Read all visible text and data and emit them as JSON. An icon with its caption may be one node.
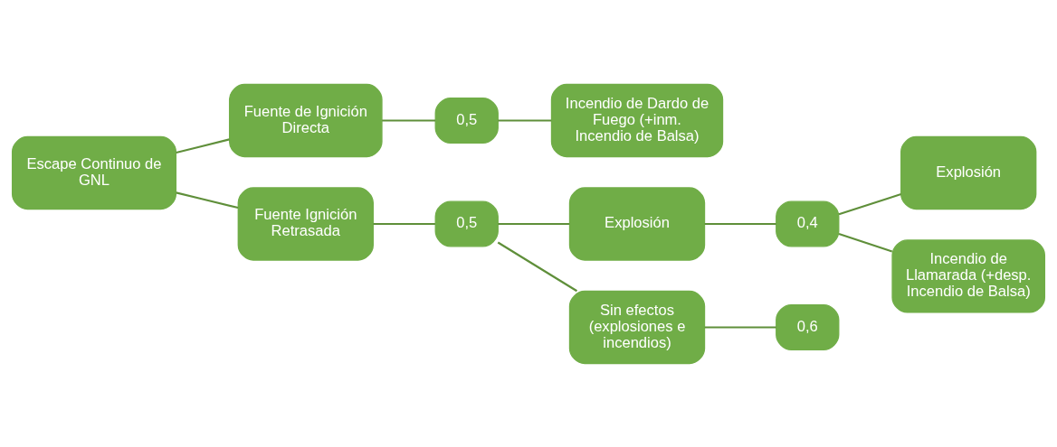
{
  "diagram": {
    "nodes": [
      {
        "text": [
          "Escape Continuo de GNL"
        ]
      },
      {
        "text": [
          "Fuente de Ignición Directa"
        ]
      },
      {
        "text": [
          "Fuente Ignición Retrasada"
        ]
      },
      {
        "text": [
          "0,5"
        ]
      },
      {
        "text": [
          "Incendio de Dardo de Fuego (+inm. Incendio de Balsa)"
        ]
      },
      {
        "text": [
          "0,5"
        ]
      },
      {
        "text": [
          "Explosión"
        ]
      },
      {
        "text": [
          "Sin efectos (explosiones e incendios)"
        ]
      },
      {
        "text": [
          "0,4"
        ]
      },
      {
        "text": [
          "0,6"
        ]
      },
      {
        "text": [
          "Explosión"
        ]
      },
      {
        "text": [
          "Incendio de Llamarada (+desp. Incendio de Balsa)"
        ]
      }
    ],
    "edges": [
      {
        "from": 0,
        "to": 1,
        "arrow": "none"
      },
      {
        "from": 0,
        "to": 2,
        "arrow": "none"
      },
      {
        "from": 1,
        "to": 3,
        "arrow": "none"
      },
      {
        "from": 3,
        "to": 4,
        "arrow": "none"
      },
      {
        "from": 2,
        "to": 5,
        "arrow": "none"
      },
      {
        "from": 5,
        "to": 6,
        "arrow": "none"
      },
      {
        "from": 5,
        "to": 7,
        "arrow": "none"
      },
      {
        "from": 6,
        "to": 8,
        "arrow": "none"
      },
      {
        "from": 7,
        "to": 9,
        "arrow": "none"
      },
      {
        "from": 8,
        "to": 10,
        "arrow": "none"
      },
      {
        "from": 8,
        "to": 11,
        "arrow": "none"
      }
    ]
  }
}
